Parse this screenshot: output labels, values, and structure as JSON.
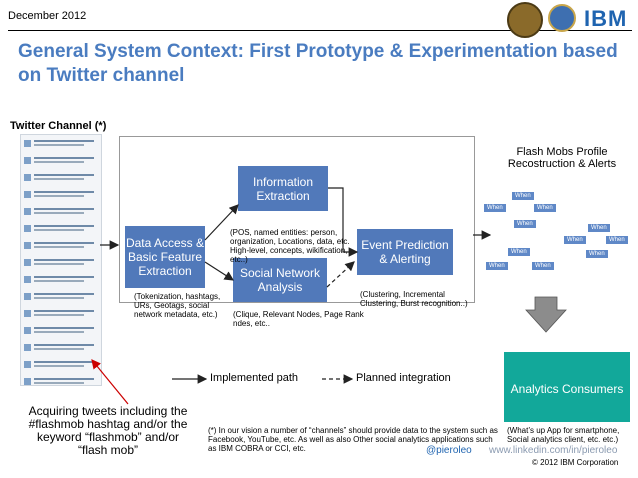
{
  "header": {
    "date": "December  2012",
    "title": "General System Context: First Prototype & Experimentation based on Twitter channel",
    "brand": "IBM"
  },
  "twitter_channel_label": "Twitter Channel (*)",
  "boxes": {
    "information_extraction": "Information Extraction",
    "data_access": "Data Access & Basic Feature Extraction",
    "social_network_analysis": "Social Network Analysis",
    "event_prediction": "Event Prediction & Alerting"
  },
  "annotations": {
    "pos": "(POS, named entities: person, organization, Locations, data, etc. High-level, concepts, wikification, etc..)",
    "tokenization": "(Tokenization, hashtags, URs, Geotags, social network metadata, etc.)",
    "clique": "(Clique, Relevant Nodes, Page Rank ndes, etc..",
    "clustering": "(Clustering, Incremental Clustering, Burst recognition..)"
  },
  "flash_mobs": {
    "title": "Flash Mobs Profile Recostruction & Alerts",
    "node_label": "When"
  },
  "analytics": {
    "label": "Analytics Consumers",
    "note": "(What’s up App for smartphone, Social analytics client, etc. etc.)"
  },
  "legend": {
    "implemented": "Implemented path",
    "planned": "Planned integration"
  },
  "acquiring_text": "Acquiring tweets including the #flashmob hashtag and/or the keyword “flashmob” and/or “flash mob”",
  "footnote": "(*) In our vision a number of “channels” should provide data to the system such as Facebook, YouTube, etc. As well as also Other social analytics applications such as IBM COBRA or CCI, etc.",
  "footer": {
    "twitter_handle": "@pieroleo",
    "linkedin": "www.linkedin.com/in/pieroleo",
    "copyright": "© 2012 IBM Corporation"
  },
  "colors": {
    "title": "#4a7cc0",
    "box": "#5179ba",
    "analytics": "#12a89a"
  }
}
